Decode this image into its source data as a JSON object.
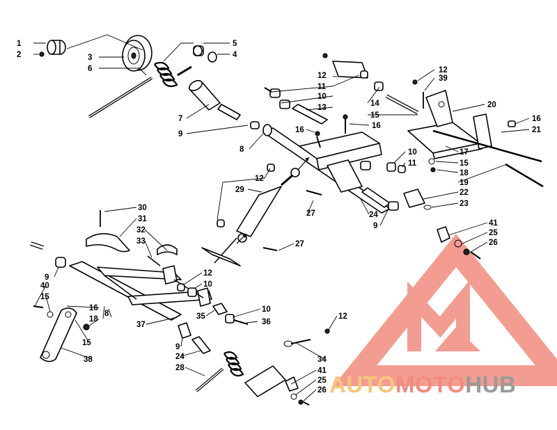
{
  "callouts": {
    "c1": "1",
    "c2": "2",
    "c3": "3",
    "c4": "4",
    "c5": "5",
    "c6": "6",
    "c7": "7",
    "c8": "8",
    "c9a": "9",
    "c12a": "12",
    "c11a": "11",
    "c10a": "10",
    "c13": "13",
    "c12b": "12",
    "c39": "39",
    "c14": "14",
    "c15a": "15",
    "c16a": "16",
    "c16b": "16",
    "c20": "20",
    "c16c": "16",
    "c21": "21",
    "c10b": "10",
    "c11b": "11",
    "c17": "17",
    "c15b": "15",
    "c18a": "18",
    "c19": "19",
    "c12c": "12",
    "c29": "29",
    "c27a": "27",
    "c22": "22",
    "c23": "23",
    "c24a": "24",
    "c9b": "9",
    "c30": "30",
    "c31": "31",
    "c32": "32",
    "c33": "33",
    "c27b": "27",
    "c41a": "41",
    "c25a": "25",
    "c26a": "26",
    "c9c": "9",
    "c12d": "12",
    "c10c": "10",
    "c40": "40",
    "c15c": "15",
    "c16d": "16",
    "c18b": "18",
    "c8b": "8",
    "c15d": "15",
    "c37": "37",
    "c35": "35",
    "c10d": "10",
    "c36": "36",
    "c38": "38",
    "c9d": "9",
    "c24b": "24",
    "c12e": "12",
    "c28": "28",
    "c34": "34",
    "c41b": "41",
    "c25b": "25",
    "c26b": "26"
  },
  "watermark": {
    "part1": "AUTO",
    "part2": "MOTO",
    "part3": "HUB",
    "color_accent": "#f28b7f",
    "color_yellow": "#f6c77a",
    "color_grey": "#9a9a9a",
    "logo": "triangle-monogram-logo"
  }
}
